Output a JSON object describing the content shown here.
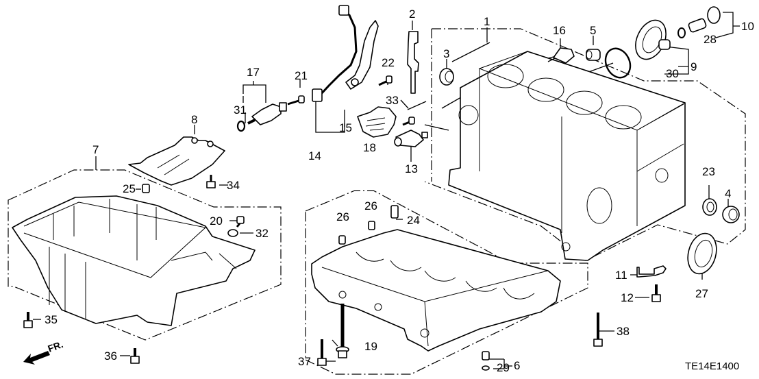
{
  "diagram": {
    "title": "Cylinder Block / Oil Pan exploded parts diagram",
    "code": "TE14E1400",
    "direction_label": "FR.",
    "callouts": [
      {
        "id": "c1",
        "num": "1",
        "part": "cylinder-block"
      },
      {
        "id": "c2",
        "num": "2",
        "part": "oil-jet-bracket"
      },
      {
        "id": "c3",
        "num": "3",
        "part": "plug-left"
      },
      {
        "id": "c4",
        "num": "4",
        "part": "plug-right"
      },
      {
        "id": "c5",
        "num": "5",
        "part": "plug-top"
      },
      {
        "id": "c6",
        "num": "6",
        "part": "oil-jet-assembly"
      },
      {
        "id": "c7",
        "num": "7",
        "part": "oil-pan"
      },
      {
        "id": "c8",
        "num": "8",
        "part": "baffle-plate"
      },
      {
        "id": "c9",
        "num": "9",
        "part": "oil-filter-base"
      },
      {
        "id": "c10",
        "num": "10",
        "part": "oil-filter-bolt"
      },
      {
        "id": "c11",
        "num": "11",
        "part": "stay-bracket"
      },
      {
        "id": "c12",
        "num": "12",
        "part": "flange-bolt"
      },
      {
        "id": "c13",
        "num": "13",
        "part": "oil-pressure-switch"
      },
      {
        "id": "c14",
        "num": "14",
        "part": "knock-sensor-assembly"
      },
      {
        "id": "c15",
        "num": "15",
        "part": "knock-sensor-harness"
      },
      {
        "id": "c16",
        "num": "16",
        "part": "sensor"
      },
      {
        "id": "c17",
        "num": "17",
        "part": "ckp-sensor-assembly"
      },
      {
        "id": "c18",
        "num": "18",
        "part": "sensor-cover"
      },
      {
        "id": "c19",
        "num": "19",
        "part": "bearing-bolt"
      },
      {
        "id": "c20",
        "num": "20",
        "part": "drain-bolt"
      },
      {
        "id": "c21",
        "num": "21",
        "part": "bolt"
      },
      {
        "id": "c22",
        "num": "22",
        "part": "bolt"
      },
      {
        "id": "c23",
        "num": "23",
        "part": "seal-ring"
      },
      {
        "id": "c24",
        "num": "24",
        "part": "dowel-pin"
      },
      {
        "id": "c25",
        "num": "25",
        "part": "dowel-pin"
      },
      {
        "id": "c26a",
        "num": "26",
        "part": "dowel-pin"
      },
      {
        "id": "c26b",
        "num": "26",
        "part": "dowel-pin"
      },
      {
        "id": "c27",
        "num": "27",
        "part": "oil-seal"
      },
      {
        "id": "c28",
        "num": "28",
        "part": "o-ring"
      },
      {
        "id": "c29",
        "num": "29",
        "part": "washer"
      },
      {
        "id": "c30",
        "num": "30",
        "part": "o-ring"
      },
      {
        "id": "c31",
        "num": "31",
        "part": "o-ring"
      },
      {
        "id": "c32",
        "num": "32",
        "part": "drain-washer"
      },
      {
        "id": "c33",
        "num": "33",
        "part": "bolt"
      },
      {
        "id": "c34",
        "num": "34",
        "part": "flange-bolt"
      },
      {
        "id": "c35",
        "num": "35",
        "part": "flange-bolt"
      },
      {
        "id": "c36",
        "num": "36",
        "part": "flange-bolt"
      },
      {
        "id": "c37",
        "num": "37",
        "part": "flange-bolt"
      },
      {
        "id": "c38",
        "num": "38",
        "part": "flange-bolt"
      }
    ]
  }
}
